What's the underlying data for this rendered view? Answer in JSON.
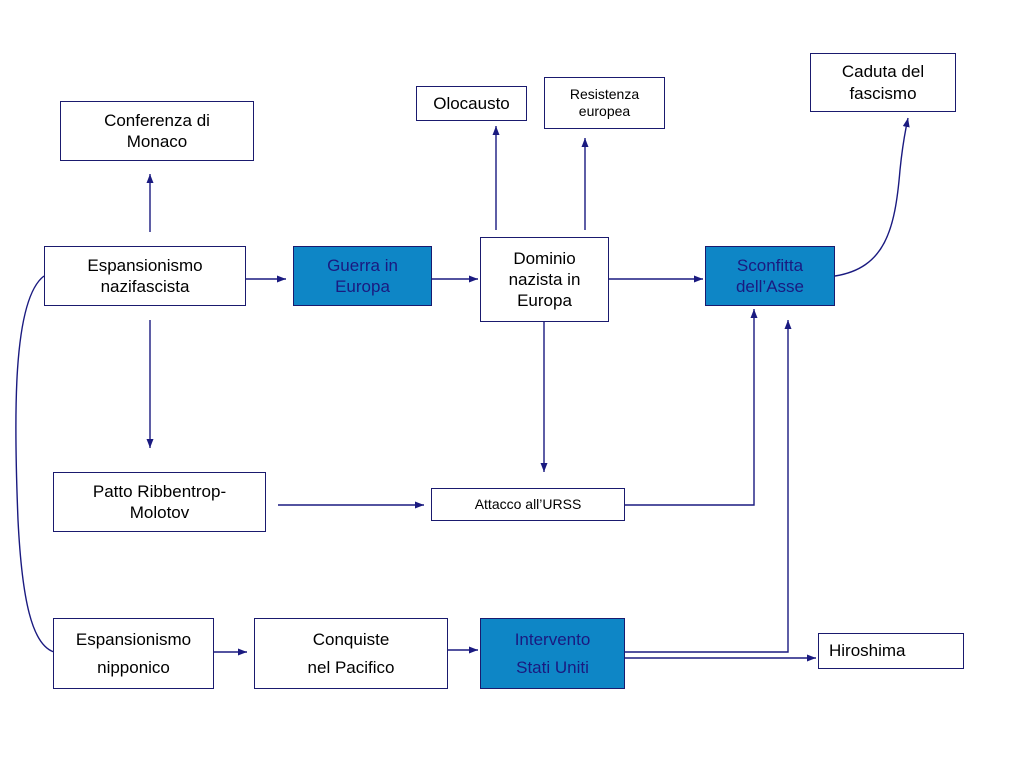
{
  "nodes": {
    "conferenza_monaco": [
      "Conferenza di",
      "Monaco"
    ],
    "espansionismo_nazifascista": [
      "Espansionismo",
      "nazifascista"
    ],
    "guerra_europa": [
      "Guerra in",
      "Europa"
    ],
    "dominio_nazista": [
      "Dominio",
      "nazista in",
      "Europa"
    ],
    "olocausto": [
      "Olocausto"
    ],
    "resistenza_europea": [
      "Resistenza",
      "europea"
    ],
    "sconfitta_asse": [
      "Sconfitta",
      "dell’Asse"
    ],
    "caduta_fascismo": [
      "Caduta del",
      "fascismo"
    ],
    "patto_ribbentrop": [
      "Patto Ribbentrop-",
      "Molotov"
    ],
    "attacco_urss": [
      "Attacco all’URSS"
    ],
    "espansionismo_nipponico": [
      "Espansionismo",
      "nipponico"
    ],
    "conquiste_pacifico": [
      "Conquiste",
      "nel Pacifico"
    ],
    "intervento_usa": [
      "Intervento",
      "Stati Uniti"
    ],
    "hiroshima": [
      "Hiroshima"
    ]
  },
  "colors": {
    "line": "#1a1a80",
    "highlight_fill": "#0e86c6",
    "highlight_text": "#1a1a80"
  }
}
